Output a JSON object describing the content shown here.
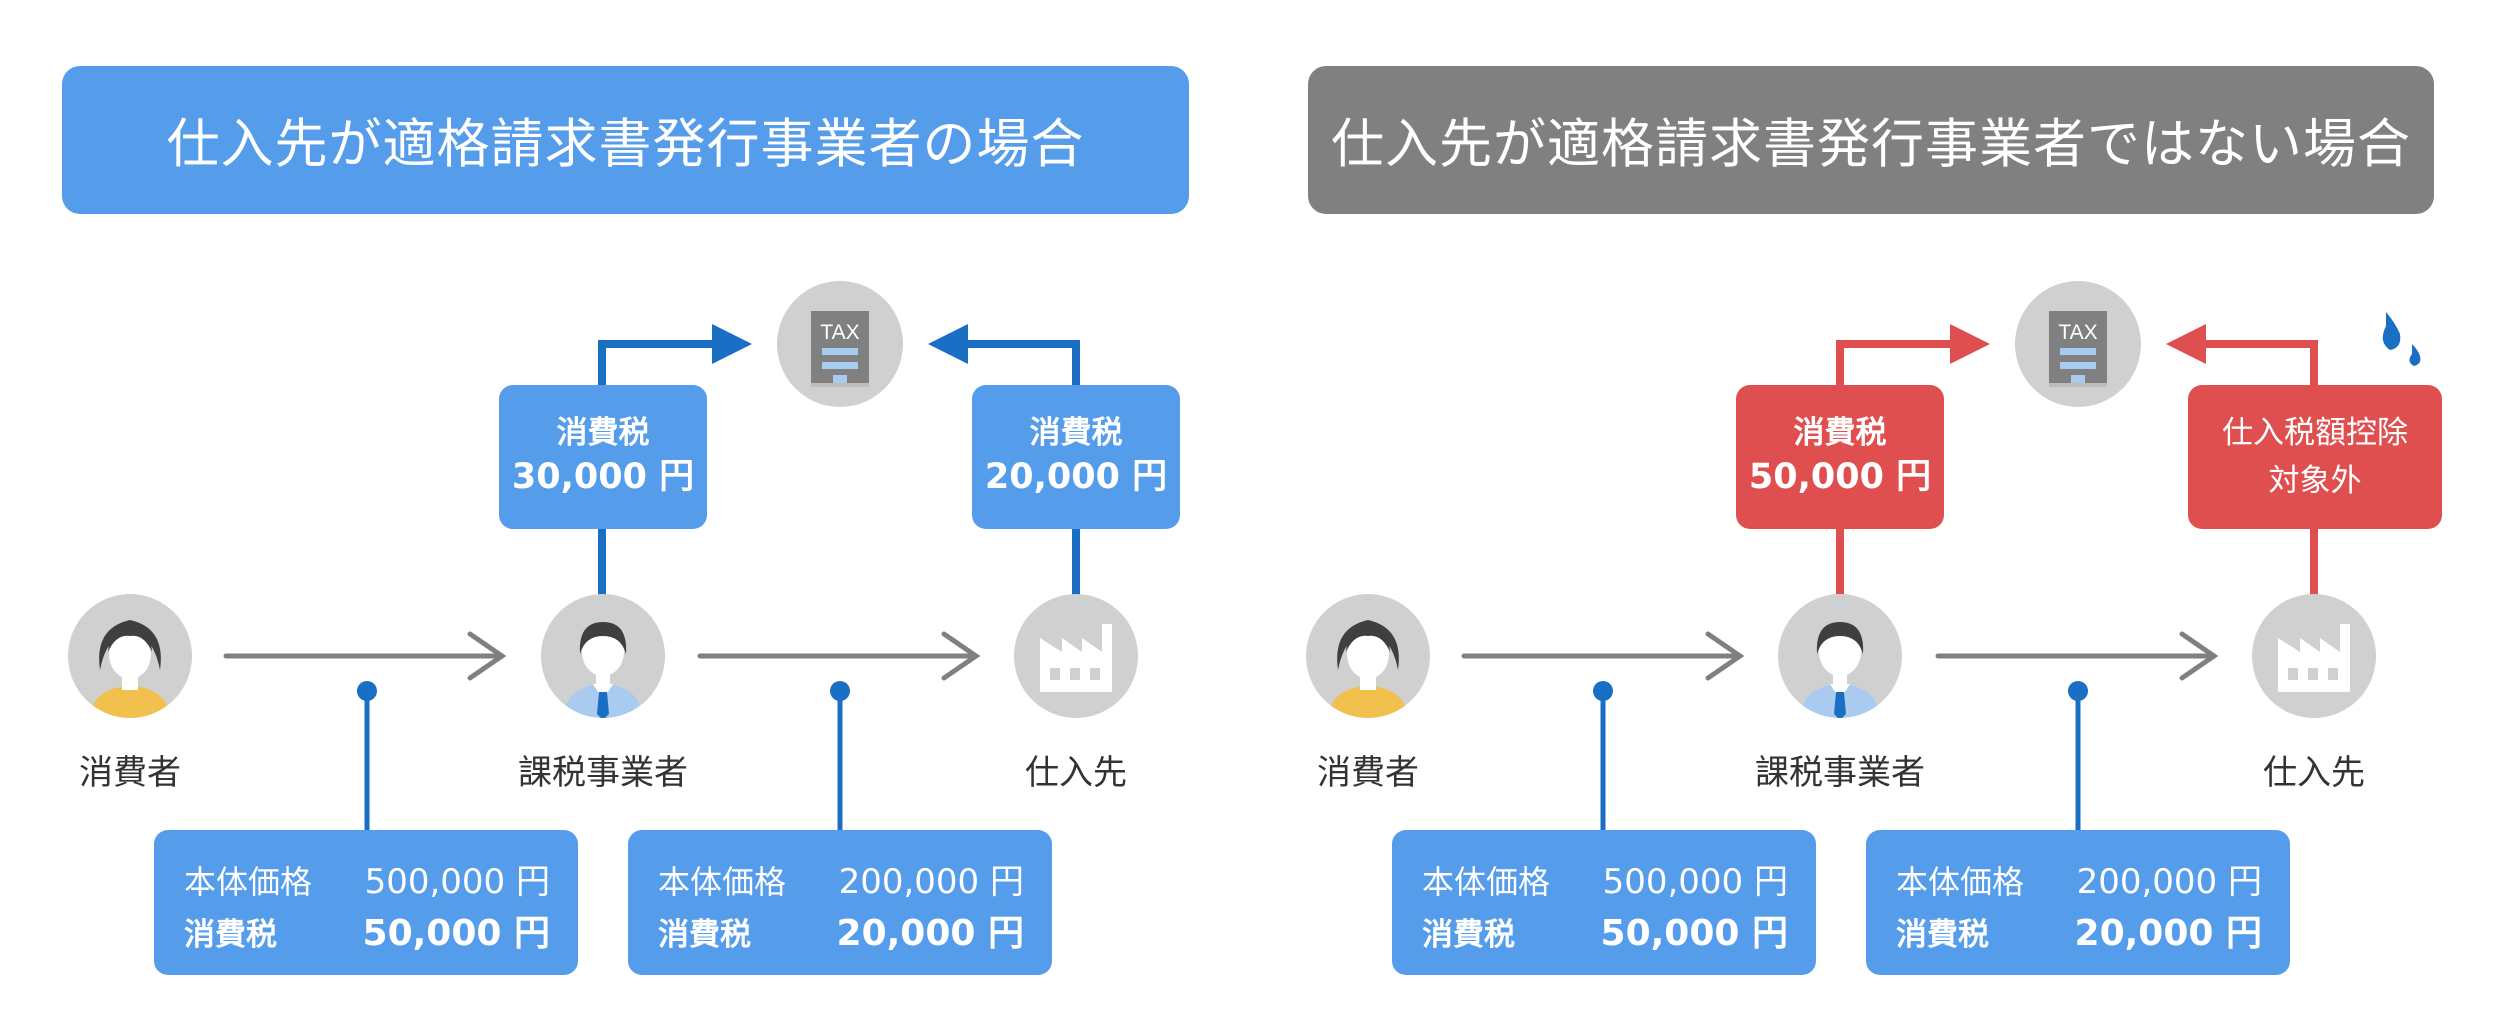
{
  "panels": [
    {
      "title": "仕入先が適格請求書発行事業者の場合",
      "title_color": "#559ceb",
      "flow_color": "#1a6fc4",
      "box_color": "#559ceb",
      "nodes": {
        "consumer": "消費者",
        "business": "課税事業者",
        "supplier": "仕入先"
      },
      "tax_left": {
        "label": "消費税",
        "amount": "30,000 円"
      },
      "tax_right": {
        "label": "消費税",
        "amount": "20,000 円"
      },
      "price_left": [
        {
          "key": "本体価格",
          "value": "500,000 円"
        },
        {
          "key": "消費税",
          "value": "50,000 円"
        }
      ],
      "price_right": [
        {
          "key": "本体価格",
          "value": "200,000 円"
        },
        {
          "key": "消費税",
          "value": "20,000 円"
        }
      ]
    },
    {
      "title": "仕入先が適格請求書発行事業者ではない場合",
      "title_color": "#808080",
      "flow_color": "#e04f4f",
      "box_color": "#e04f4f",
      "nodes": {
        "consumer": "消費者",
        "business": "課税事業者",
        "supplier": "仕入先"
      },
      "tax_left": {
        "label": "消費税",
        "amount": "50,000 円"
      },
      "tax_right_note": [
        "仕入税額控除",
        "対象外"
      ],
      "price_left": [
        {
          "key": "本体価格",
          "value": "500,000 円"
        },
        {
          "key": "消費税",
          "value": "50,000 円"
        }
      ],
      "price_right": [
        {
          "key": "本体価格",
          "value": "200,000 円"
        },
        {
          "key": "消費税",
          "value": "20,000 円"
        }
      ]
    }
  ],
  "tax_office_sign": "TAX",
  "colors": {
    "icon_bg": "#d0d0d0",
    "arrow_gray": "#808080",
    "connector_blue": "#1a6fc4",
    "face": "#3f3f3f",
    "consumer_shirt": "#f2c04d",
    "business_shirt": "#a9cbef",
    "sweat_drop": "#1a6fc4"
  },
  "icons": [
    "tax-office-icon",
    "consumer-icon",
    "business-person-icon",
    "factory-icon",
    "sweat-drop-icon"
  ]
}
